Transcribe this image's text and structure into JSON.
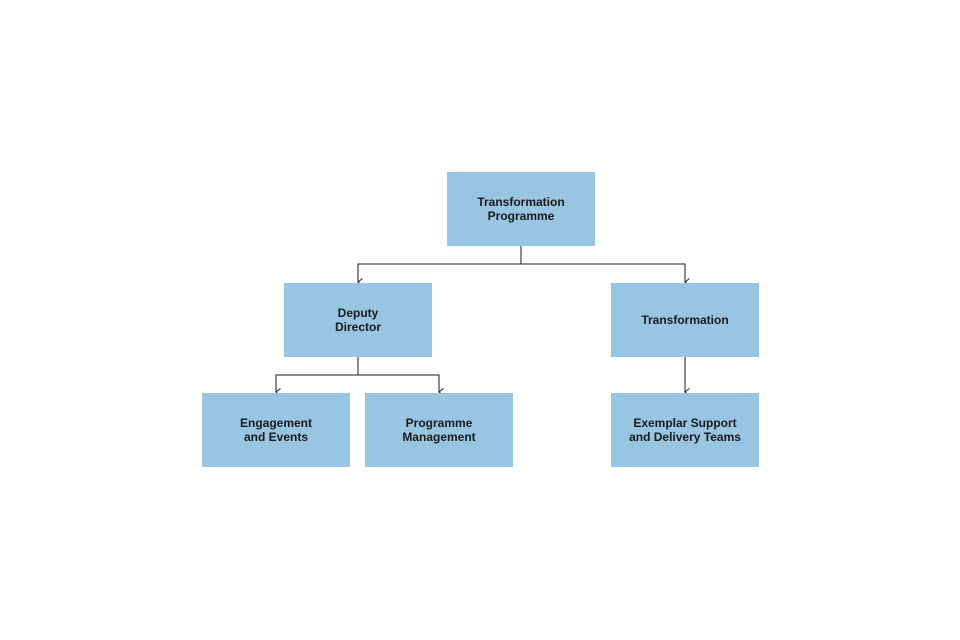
{
  "diagram": {
    "colors": {
      "box_fill": "#97c5e2",
      "text": "#1a1a1a",
      "connector": "#1a1a1a"
    },
    "nodes": {
      "root": {
        "label": "Transformation\nProgramme"
      },
      "deputy": {
        "label": "Deputy\nDirector"
      },
      "transformation": {
        "label": "Transformation"
      },
      "engagement": {
        "label": "Engagement\nand Events"
      },
      "programme_management": {
        "label": "Programme\nManagement"
      },
      "exemplar": {
        "label": "Exemplar Support\nand Delivery Teams"
      }
    },
    "edges": [
      {
        "from": "root",
        "to": "deputy"
      },
      {
        "from": "root",
        "to": "transformation"
      },
      {
        "from": "deputy",
        "to": "engagement"
      },
      {
        "from": "deputy",
        "to": "programme_management"
      },
      {
        "from": "transformation",
        "to": "exemplar"
      }
    ]
  }
}
